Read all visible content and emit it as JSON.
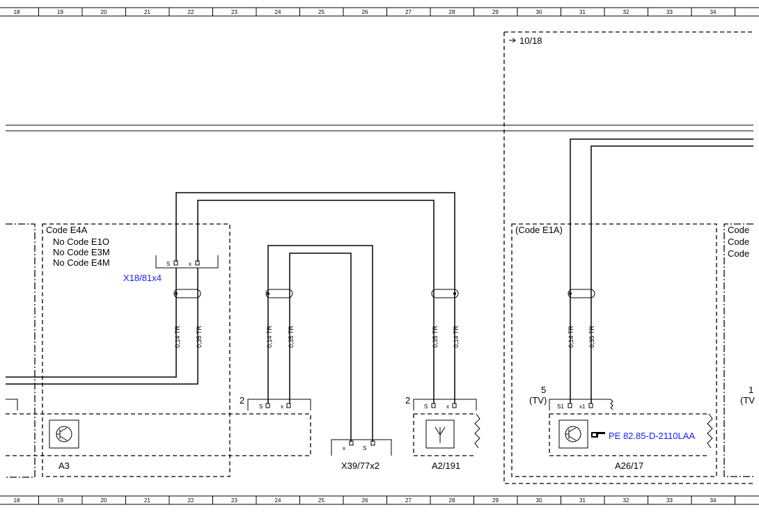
{
  "grid_columns": [
    "18",
    "19",
    "20",
    "21",
    "22",
    "23",
    "24",
    "25",
    "26",
    "27",
    "28",
    "29",
    "30",
    "31",
    "32",
    "33",
    "34"
  ],
  "ref_arrow": "10/18",
  "groups": {
    "left": {
      "code": "Code E4A",
      "conditions": [
        "No Code E1O",
        "No Code E3M",
        "No Code E4M"
      ],
      "connector": "X18/81x4",
      "module": "A3"
    },
    "right": {
      "code": "(Code E1A)",
      "module": "A26/17",
      "pin_number": "5",
      "pin_tag": "(TV)",
      "reference": "PE 82.85-D-2110LAA"
    },
    "far_right": {
      "codes": [
        "Code",
        "Code",
        "Code"
      ],
      "pin_number": "1",
      "pin_tag": "(TV"
    }
  },
  "connectors": {
    "x18": {
      "pins": [
        "S",
        "x"
      ]
    },
    "mid": {
      "number": "2",
      "pins": [
        "S",
        "x"
      ]
    },
    "x39": {
      "label": "X39/77x2",
      "pins": [
        "x",
        "S"
      ]
    },
    "a2": {
      "number": "2",
      "pins": [
        "S",
        "x"
      ],
      "module": "A2/191"
    },
    "a26": {
      "pins": [
        "S1",
        "x1"
      ]
    }
  },
  "wire_labels": {
    "w1": "0,14 TR",
    "w2": "0,35 TR",
    "w3": "0,14 TR",
    "w4": "0,35 TR",
    "w5": "0,35 TR",
    "w6": "0,14 TR",
    "w7": "0,14 TR",
    "w8": "0,35 TR"
  },
  "icons": {
    "a3": "transistor-icon",
    "a2": "antenna-icon",
    "a26": "transistor-icon",
    "ref": "pointing-hand-icon"
  }
}
